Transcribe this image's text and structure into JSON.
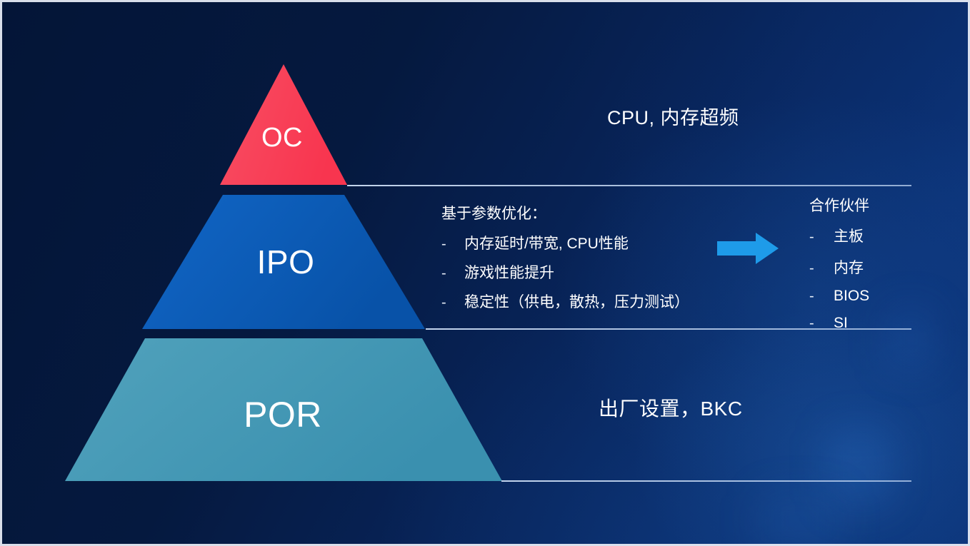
{
  "slide": {
    "background_color": "#062352",
    "accent_colors": {
      "oc_red": "#F93F5C",
      "ipo_blue": "#0B5CB5",
      "por_teal": "#3F97B5",
      "arrow_blue": "#1E9BE9",
      "divider": "#CDDEF5",
      "text": "#FFFFFF"
    }
  },
  "pyramid": {
    "tiers": [
      {
        "id": "oc",
        "label": "OC",
        "color": "#F93F5C",
        "shape": "triangle"
      },
      {
        "id": "ipo",
        "label": "IPO",
        "color": "#0B5CB5",
        "shape": "trapezoid"
      },
      {
        "id": "por",
        "label": "POR",
        "color": "#3F97B5",
        "shape": "trapezoid"
      }
    ]
  },
  "annotations": {
    "oc_note": "CPU, 内存超频",
    "por_note": "出厂设置，BKC"
  },
  "ipo_detail": {
    "heading": "基于参数优化：",
    "bullet_marker": "-",
    "items": [
      "内存延时/带宽, CPU性能",
      "游戏性能提升",
      "稳定性（供电，散热，压力测试）"
    ]
  },
  "arrow": {
    "icon": "arrow-right-icon",
    "color": "#1E9BE9"
  },
  "partners": {
    "heading": "合作伙伴",
    "bullet_marker": "-",
    "items": [
      "主板",
      "内存",
      "BIOS",
      "SI"
    ]
  }
}
